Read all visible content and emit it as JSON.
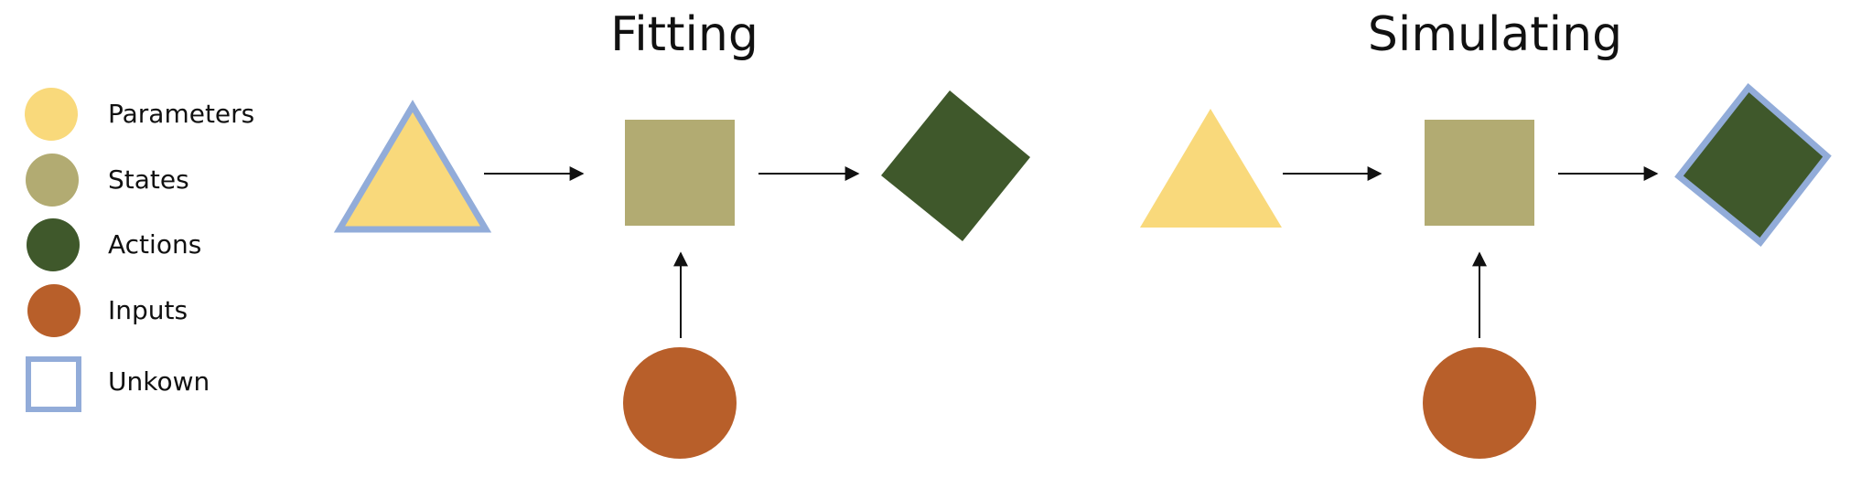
{
  "colors": {
    "parameters": "#f9d97b",
    "states": "#b2ab72",
    "actions": "#3f582b",
    "inputs": "#b85f2a",
    "unknown_outline": "#92acd9",
    "arrow": "#111111"
  },
  "legend": {
    "items": [
      {
        "label": "Parameters",
        "shape": "circle",
        "color": "#f9d97b"
      },
      {
        "label": "States",
        "shape": "circle",
        "color": "#b2ab72"
      },
      {
        "label": "Actions",
        "shape": "circle",
        "color": "#3f582b"
      },
      {
        "label": "Inputs",
        "shape": "circle",
        "color": "#b85f2a"
      },
      {
        "label": "Unkown",
        "shape": "outlined-square",
        "color": "#92acd9"
      }
    ]
  },
  "panels": [
    {
      "title": "Fitting",
      "parameters": {
        "shape": "triangle",
        "unknown": true
      },
      "states": {
        "shape": "square",
        "unknown": false
      },
      "actions": {
        "shape": "diamond",
        "unknown": false
      },
      "inputs": {
        "shape": "circle",
        "unknown": false
      }
    },
    {
      "title": "Simulating",
      "parameters": {
        "shape": "triangle",
        "unknown": false
      },
      "states": {
        "shape": "square",
        "unknown": false
      },
      "actions": {
        "shape": "diamond",
        "unknown": true
      },
      "inputs": {
        "shape": "circle",
        "unknown": false
      }
    }
  ]
}
